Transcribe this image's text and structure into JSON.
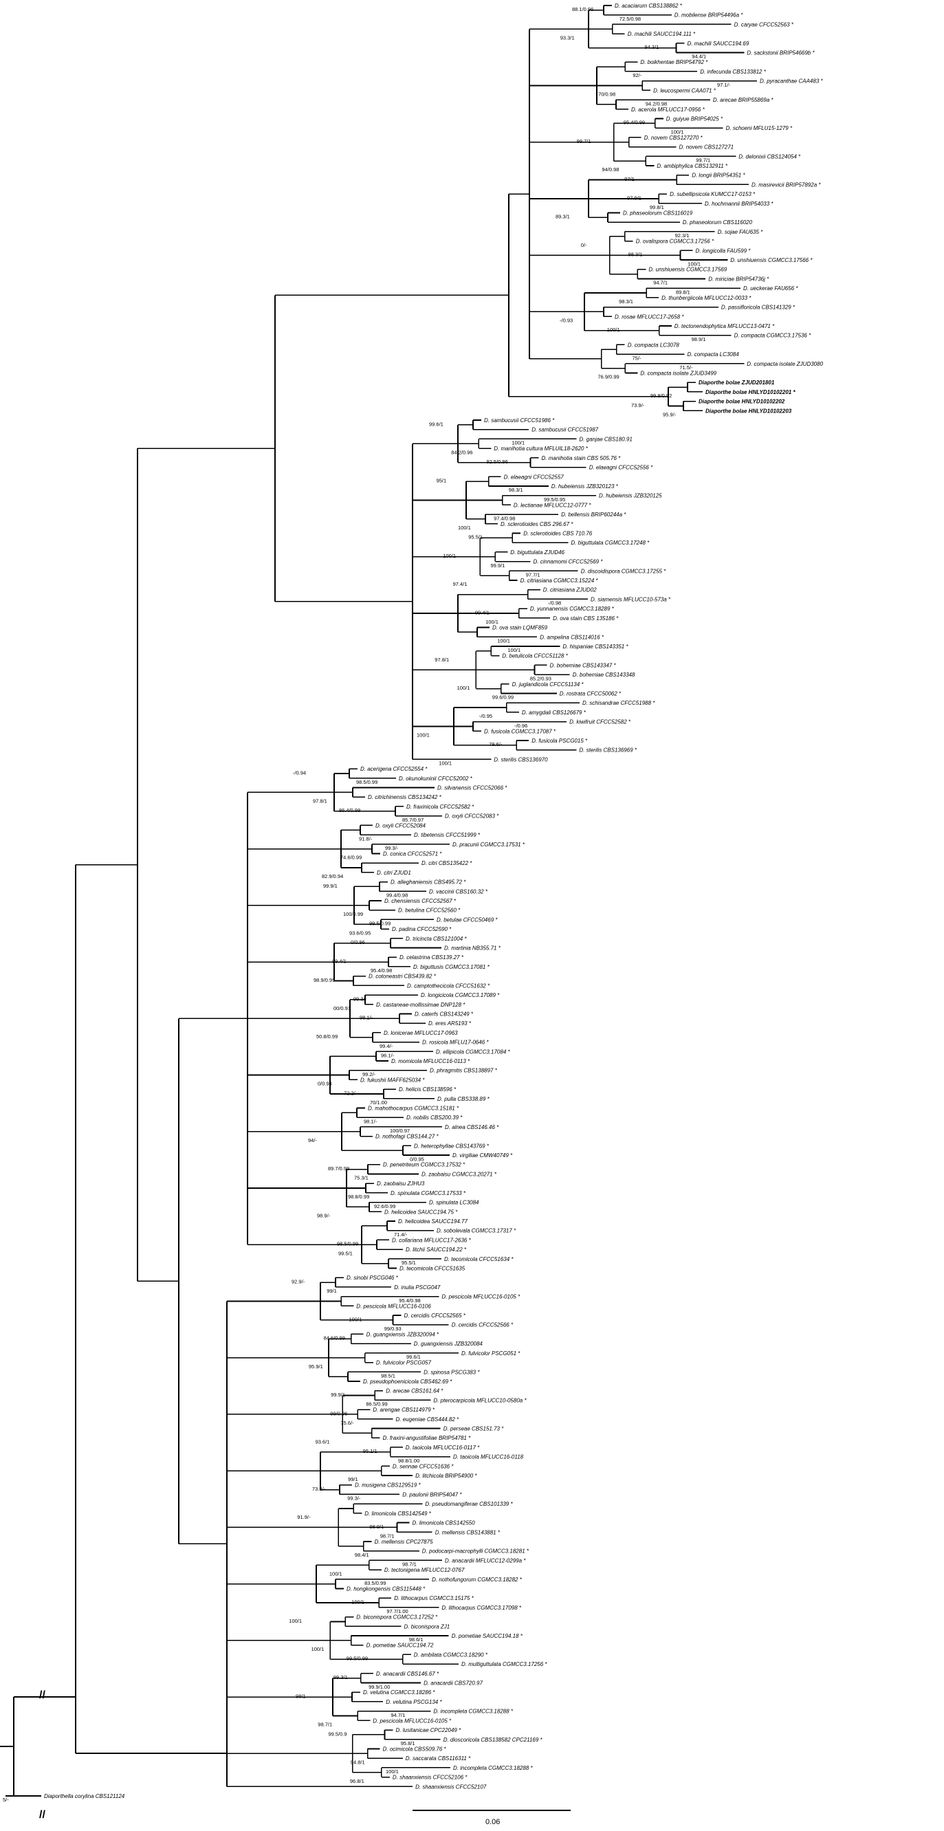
{
  "tree": {
    "scale_bar": {
      "label": "0.06"
    },
    "break_marks": [
      "//",
      "//"
    ],
    "clade_highlight_color": "#d81b1b",
    "leaf_groups": [
      {
        "name": "top",
        "leaves": [
          "D. acaciarum CBS138862 *",
          "D. mobilense BRIP54496a *",
          "D. caryae CFCC52563 *",
          "D. machili SAUCC194.111 *",
          "D. machili SAUCC194.69",
          "D. sackstonii BRIP54669b *",
          "D. boikhentae BRIP54792 *",
          "D. infecunda CBS133812 *",
          "D. pyracanthae CAA483 *",
          "D. leucospermi CAA071 *",
          "D. arecae BRIP55869a *",
          "D. acerola MFLUCC17-0956 *",
          "D. guiyue BRIP54025 *",
          "D. schoeni MFLU15-1279 *",
          "D. novem CBS127270 *",
          "D. novem CBS127271",
          "D. delonixii CBS124054 *",
          "D. ambiphylica CBS132911 *",
          "D. longii BRIP54351 *",
          "D. masirevicii BRIP57892a *",
          "D. subellipsicola KUMCC17-0153 *",
          "D. hochmannii BRIP54033 *",
          "D. phaseolorum CBS116019",
          "D. phaseolorum CBS116020",
          "D. sojae FAU635 *",
          "D. ovalispora CGMCC3.17256 *",
          "D. longicolla FAU599 *",
          "D. unshiuensis CGMCC3.17566 *",
          "D. unshiuensis CGMCC3.17569",
          "D. miriciae BRIP54736j *",
          "D. ueckerae FAU656 *",
          "D. thunbergiicola MFLUCC12-0033 *",
          "D. passifloricola CBS141329 *",
          "D. rosae MFLUCC17-2658 *",
          "D. tectonendophytica MFLUCC13-0471 *",
          "D. compacta CGMCC3.17536 *",
          "D. compacta LC3078",
          "D. compacta LC3084",
          "D. compacta isolate ZJUD3080",
          "D. compacta isolate ZJUD3499"
        ]
      },
      {
        "name": "novel",
        "leaves": [
          "Diaporthe bolae ZJUD201801",
          "Diaporthe bolae HNLYD10102201 *",
          "Diaporthe bolae HNLYD10102202",
          "Diaporthe bolae HNLYD10102203"
        ]
      },
      {
        "name": "upper-middle",
        "leaves": [
          "D. sambucusii CFCC51986 *",
          "D. sambucusii CFCC51987",
          "D. ganjae CBS180.91",
          "D. manihotia cultura MFLUIL18-2620 *",
          "D. manihotia stain CBS 505.76 *",
          "D. elaeagni CFCC52556 *",
          "D. elaeagni CFCC52557",
          "D. hubeiensis JZB320123 *",
          "D. hubeiensis JZB320125",
          "D. lectianae MFLUCC12-0777 *",
          "D. bellensis BRIP60244a *",
          "D. sclerotioides CBS 296.67 *",
          "D. sclerotioides CBS 710.76",
          "D. biguttulata CGMCC3.17248 *",
          "D. biguttulata ZJUD46",
          "D. cinnamomi CFCC52569 *",
          "D. discoidispora CGMCC3.17255 *",
          "D. citriasiana CGMCC3.15224 *",
          "D. citriasiana ZJUD02",
          "D. siamensis MFLUCC10-573a *",
          "D. yunnanensis CGMCC3.18289 *",
          "D. ova stain CBS 135186 *",
          "D. ova stain LQMF859",
          "D. ampelina CBS114016 *",
          "D. hispaniae CBS143351 *",
          "D. betulicola CFCC51128 *",
          "D. bohemiae CBS143347 *",
          "D. bohemiae CBS143348",
          "D. juglandicola CFCC51134 *",
          "D. rostrata CFCC50062 *",
          "D. schisandrae CFCC51988 *",
          "D. amygdali CBS126679 *",
          "D. kiwifruit CFCC52582 *",
          "D. fusicola CGMCC3.17087 *",
          "D. fusicola PSCG015 *",
          "D. sterilis CBS136969 *",
          "D. sterilis CBS136970"
        ]
      },
      {
        "name": "middle",
        "leaves": [
          "D. acerigena CFCC52554 *",
          "D. okunokuninii CFCC52002 *",
          "D. silvanensis CFCC52066 *",
          "D. citrichinensis CBS134242 *",
          "D. fraxinicola CFCC52582 *",
          "D. oxyli CFCC52083 *",
          "D. oxyli CFCC52084",
          "D. tibetensis CFCC51999 *",
          "D. pracunii CGMCC3.17531 *",
          "D. conica CFCC52571 *",
          "D. citri CBS135422 *",
          "D. citri ZJUD1",
          "D. alleghaniensis CBS495.72 *",
          "D. vaccinii CBS160.32 *",
          "D. chensiensis CFCC52567 *",
          "D. betulina CFCC52560 *",
          "D. betulae CFCC50469 *",
          "D. padina CFCC52590 *",
          "D. tricincta CBS121004 *",
          "D. martinia NB355.71 *",
          "D. celastrina CBS139.27 *",
          "D. biguttusis CGMCC3.17081 *",
          "D. cotoneastri CBS439.82 *",
          "D. camptothecicola CFCC51632 *",
          "D. longicicola CGMCC3.17089 *",
          "D. castaneae-mollissimae DNP128 *",
          "D. caterfs CBS143249 *",
          "D. eres AR5193 *",
          "D. lonicerae MFLUCC17-0963",
          "D. rosicola MFLU17-0646 *",
          "D. ellipicola CGMCC3.17084 *",
          "D. momicola MFLUCC16-0113 *",
          "D. phragmitis CBS138897 *",
          "D. fukushii MAFF625034 *",
          "D. helicis CBS138596 *",
          "D. pulla CBS338.89 *",
          "D. mahothocarpus CGMCC3.15181 *",
          "D. nobilis CBS200.39 *",
          "D. alnea CBS146.46 *",
          "D. nothofagi CBS144.27 *",
          "D. heterophyllae CBS143769 *",
          "D. virgiliae CMW40749 *",
          "D. penetriteum CGMCC3.17532 *",
          "D. zaobaisu CGMCC3.20271 *",
          "D. zaobaisu ZJHU3",
          "D. spinulata CGMCC3.17533 *",
          "D. spinulata LC3084",
          "D. helicoidea SAUCC194.75 *",
          "D. helicoidea SAUCC194.77",
          "D. sobolevala CGMCC3.17317 *",
          "D. collariana MFLUCC17-2636 *",
          "D. litchii SAUCC194.22 *",
          "D. tecomicola CFCC51634 *",
          "D. tecomicola CFCC51635"
        ]
      },
      {
        "name": "lower",
        "leaves": [
          "D. sinobi PSCG046 *",
          "D. inulia PSCG047",
          "D. pescicola MFLUCC16-0105 *",
          "D. pescicola MFLUCC16-0106",
          "D. cercidis CFCC52565 *",
          "D. cercidis CFCC52566 *",
          "D. guangxiensis JZB320094 *",
          "D. guangxiensis JZB320084",
          "D. fulvicolor PSCG051 *",
          "D. fulvicolor PSCG057",
          "D. spinosa PSCG383 *",
          "D. pseudophoenicicola CBS462.69 *",
          "D. arecae CBS161.64 *",
          "D. pterocarpicola MFLUCC10-0580a *",
          "D. arengae CBS114979 *",
          "D. eugeniae CBS444.82 *",
          "D. perseae CBS151.73 *",
          "D. fraxini-angustifoliae BRIP54781 *",
          "D. taoicola MFLUCC16-0117 *",
          "D. taoicola MFLUCC16-0118",
          "D. sennae CFCC51636 *",
          "D. litchicola BRIP54900 *",
          "D. musigena CBS129519 *",
          "D. paulonii BRIP54047 *",
          "D. pseudomangiferae CBS101339 *",
          "D. limonicola CBS142549 *",
          "D. limonicola CBS142550",
          "D. mellensis CBS143881 *",
          "D. mellensis CPC27875",
          "D. podocarpi-macrophylli CGMCC3.18281 *",
          "D. anacardii MFLUCC12-0299a *",
          "D. tectonigena MFLUCC12-0767",
          "D. nothofungorum CGMCC3.18282 *",
          "D. hongkongensis CBS115448 *",
          "D. lithocarpus CGMCC3.15175 *",
          "D. lithocarpus CGMCC3.17098 *",
          "D. biconispora CGMCC3.17252 *",
          "D. biconispora ZJ1",
          "D. pometiae SAUCC194.18 *",
          "D. pometiae SAUCC194.72",
          "D. ambilata CGMCC3.18290 *",
          "D. multiguttulata CGMCC3.17256 *",
          "D. anacardii CBS146.67 *",
          "D. anacardii CBS720.97",
          "D. velutina CGMCC3.18286 *",
          "D. velutina PSCG134 *",
          "D. incompleta CGMCC3.18288 *",
          "D. pescicola MFLUCC16-0105 *",
          "D. lusitanicae CPC22049 *",
          "D. dioscoricola CBS138582 CPC21169 *",
          "D. ocimicola CBS509.76 *",
          "D. saccarata CBS116311 *",
          "D. incompleta CGMCC3.18288 *",
          "D. shaanxiensis CFCC52106 *",
          "D. shaanxiensis CFCC52107"
        ]
      },
      {
        "name": "outgroup",
        "leaves": [
          "Diaporthella corylina CBS121124"
        ]
      }
    ],
    "supports": [
      "88.1/0.96",
      "72.5/0.98",
      "93.3/1",
      "94.3/1",
      "94.4/1",
      "92/-",
      "97.1/-",
      "70/0.98",
      "94.2/0.98",
      "95.4/0.99",
      "100/1",
      "99.7/1",
      "99.7/1",
      "94/0.98",
      "97/1",
      "97.9/1",
      "99.8/1",
      "89.3/1",
      "92.3/1",
      "0/-",
      "98.3/1",
      "100/1",
      "94.7/1",
      "89.8/1",
      "98.3/1",
      "-/0.93",
      "100/1",
      "98.9/1",
      "75/-",
      "71.5/-",
      "76.9/0.99",
      "99.8/0.92",
      "73.9/-",
      "95.9/-",
      "99.6/1",
      "100/1",
      "84.2/0.96",
      "92.5/0.96",
      "95/1",
      "98.3/1",
      "99.5/0.95",
      "97.4/0.98",
      "100/1",
      "95.5/1",
      "100/1",
      "99.9/1",
      "97.7/1",
      "97.4/1",
      "-/0.98",
      "99.4/1",
      "100/1",
      "100/1",
      "100/1",
      "97.8/1",
      "85.2/0.93",
      "100/1",
      "99.6/0.99",
      "-/0.95",
      "-/0.96",
      "100/1",
      "79.6/-",
      "100/1",
      "-/0.94",
      "98.5/0.99",
      "97.8/1",
      "86.4/0.99",
      "85.7/0.97",
      "91.8/-",
      "99.3/-",
      "74.6/0.99",
      "82.9/0.94",
      "99.9/1",
      "99.4/0.98",
      "100/0.99",
      "99.5/0.99",
      "93.6/0.95",
      "0/0.96",
      "99.4/1",
      "95.4/0.98",
      "98.9/0.99",
      "99.3/-",
      "00/0.91",
      "98.1/-",
      "50.8/0.99",
      "99.4/-",
      "96.1/-",
      "99.2/-",
      "0/0.94",
      "72.2/-",
      "70/1.00",
      "98.1/-",
      "100/0.97",
      "94/-",
      "0/0.95",
      "89.7/0.99",
      "75.3/1",
      "98.8/0.99",
      "92.6/0.99",
      "98.9/-",
      "71.4/-",
      "98.5/0.99",
      "99.5/1",
      "95.5/1",
      "92.9/-",
      "99/1",
      "95.4/0.98",
      "100/1",
      "99/0.93",
      "84.6/0.99",
      "99.6/1",
      "95.9/1",
      "98.5/1",
      "99.9/1",
      "86.5/0.99",
      "99/0.96",
      "75.6/-",
      "93.6/1",
      "95.1/1",
      "98.8/1.00",
      "99/1",
      "73.8/-",
      "99.3/-",
      "91.9/-",
      "98.9/1",
      "98.7/1",
      "98.4/1",
      "98.7/1",
      "100/1",
      "83.5/0.99",
      "100/1",
      "97.7/1.00",
      "100/1",
      "98.6/1",
      "100/1",
      "99.5/0.99",
      "99.3/1",
      "99.9/1.00",
      "98/1",
      "94.7/1",
      "98.7/1",
      "99.5/0.9",
      "95.8/1",
      "94.8/1",
      "100/1",
      "96.8/1",
      "5/-"
    ]
  }
}
